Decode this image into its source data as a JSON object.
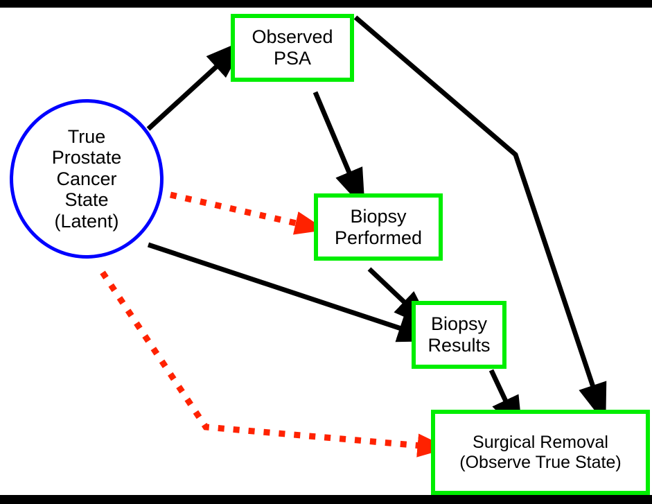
{
  "diagram": {
    "title": "Prostate cancer observation process diagram",
    "background": "#ffffff",
    "letterbox_color": "#000000",
    "nodes": [
      {
        "id": "true-state",
        "label": "True\nProstate\nCancer\nState\n(Latent)",
        "shape": "circle",
        "stroke": "#0000ff",
        "fill": "#ffffff",
        "text_color": "#000000",
        "kind": "latent"
      },
      {
        "id": "observed-psa",
        "label": "Observed\nPSA",
        "shape": "rectangle",
        "stroke": "#00ee00",
        "fill": "#ffffff",
        "text_color": "#000000",
        "kind": "observed"
      },
      {
        "id": "biopsy-performed",
        "label": "Biopsy\nPerformed",
        "shape": "rectangle",
        "stroke": "#00ee00",
        "fill": "#ffffff",
        "text_color": "#000000",
        "kind": "observed"
      },
      {
        "id": "biopsy-results",
        "label": "Biopsy\nResults",
        "shape": "rectangle",
        "stroke": "#00ee00",
        "fill": "#ffffff",
        "text_color": "#000000",
        "kind": "observed"
      },
      {
        "id": "surgical-removal",
        "label": "Surgical Removal\n(Observe True State)",
        "shape": "rectangle",
        "stroke": "#00ee00",
        "fill": "#ffffff",
        "text_color": "#000000",
        "kind": "observed"
      }
    ],
    "edges": [
      {
        "id": "true-state-to-observed-psa",
        "from": "true-state",
        "to": "observed-psa",
        "style": "solid",
        "color": "#000000"
      },
      {
        "id": "observed-psa-to-biopsy-performed",
        "from": "observed-psa",
        "to": "biopsy-performed",
        "style": "solid",
        "color": "#000000"
      },
      {
        "id": "observed-psa-to-surgical-removal",
        "from": "observed-psa",
        "to": "surgical-removal",
        "style": "solid",
        "color": "#000000"
      },
      {
        "id": "true-state-to-biopsy-performed",
        "from": "true-state",
        "to": "biopsy-performed",
        "style": "dotted",
        "color": "#ff2200"
      },
      {
        "id": "true-state-to-biopsy-results",
        "from": "true-state",
        "to": "biopsy-results",
        "style": "solid",
        "color": "#000000"
      },
      {
        "id": "true-state-to-surgical-removal",
        "from": "true-state",
        "to": "surgical-removal",
        "style": "dotted",
        "color": "#ff2200"
      },
      {
        "id": "biopsy-performed-to-biopsy-results",
        "from": "biopsy-performed",
        "to": "biopsy-results",
        "style": "solid",
        "color": "#000000"
      },
      {
        "id": "biopsy-results-to-surgical-removal",
        "from": "biopsy-results",
        "to": "surgical-removal",
        "style": "solid",
        "color": "#000000"
      }
    ]
  }
}
